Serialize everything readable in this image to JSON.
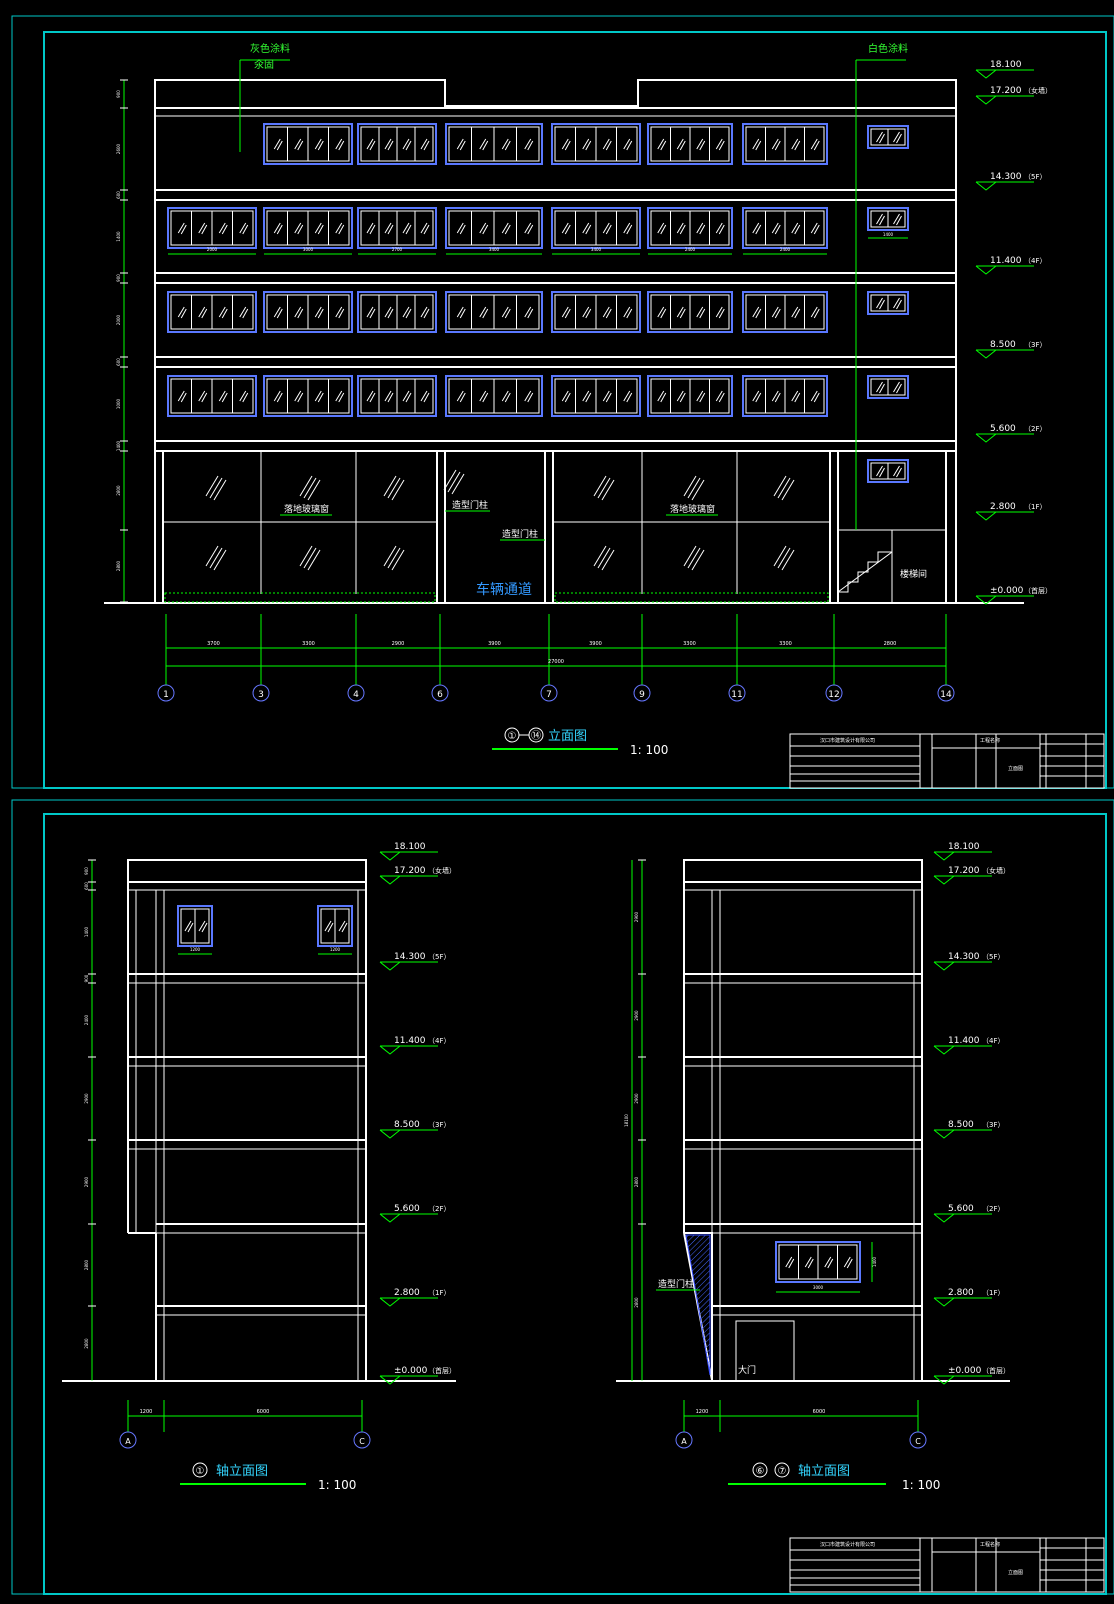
{
  "colors": {
    "background": "#000000",
    "frame": "#00c8c8",
    "line": "#ffffff",
    "dim": "#00ff00",
    "window": "#5a78ff",
    "text_green": "#33ff33",
    "text_cyan": "#33d6ff",
    "text_white": "#ffffff"
  },
  "elevation_labels": [
    {
      "value": "18.100",
      "note": ""
    },
    {
      "value": "17.200",
      "note": "（女墙）"
    },
    {
      "value": "14.300",
      "note": "（5F）"
    },
    {
      "value": "11.400",
      "note": "（4F）"
    },
    {
      "value": "8.500",
      "note": "（3F）"
    },
    {
      "value": "5.600",
      "note": "（2F）"
    },
    {
      "value": "2.800",
      "note": "（1F）"
    },
    {
      "value": "±0.000",
      "note": "（首层）"
    }
  ],
  "top": {
    "title_left": "①",
    "title_right": "⑭",
    "title_text": "立面图",
    "scale": "1: 100",
    "callout_left_1": "灰色涂料",
    "callout_left_2": "氽固",
    "callout_right": "白色涂料",
    "callout_glass_left": "落地玻璃窗",
    "callout_glass_right": "落地玻璃窗",
    "callout_column_1": "造型门柱",
    "callout_column_2": "造型门柱",
    "passage_label": "车辆通道",
    "stair_label": "楼梯间",
    "axes": [
      "1",
      "3",
      "4",
      "6",
      "7",
      "9",
      "11",
      "12",
      "14"
    ],
    "axis_dims": [
      "3700",
      "3300",
      "2900",
      "3900",
      "3900",
      "3300",
      "3300",
      "2800"
    ],
    "total_dim": "27000",
    "window_dims": [
      "2000",
      "3000",
      "2700",
      "3400",
      "3400",
      "2400",
      "2400"
    ],
    "small_window_dim": "1400",
    "vertical_dims": [
      "900",
      "2600",
      "600",
      "1400",
      "900",
      "2000",
      "600",
      "1000",
      "1400",
      "2800",
      "2800"
    ]
  },
  "left_view": {
    "title_axis": "①",
    "title_text": "轴立面图",
    "scale": "1: 100",
    "axes": [
      "A",
      "C"
    ],
    "dims": [
      "1200",
      "6000"
    ],
    "window_dims": [
      "1200",
      "1200"
    ],
    "vertical_dims": [
      "900",
      "600",
      "1400",
      "900",
      "2400",
      "2900",
      "2900",
      "2800",
      "2800"
    ]
  },
  "right_view": {
    "title_axes": [
      "⑥",
      "⑦"
    ],
    "title_text": "轴立面图",
    "scale": "1: 100",
    "axes": [
      "A",
      "C"
    ],
    "dims": [
      "1200",
      "6000"
    ],
    "window_dim": "3000",
    "window_height": "1400",
    "column_label": "造型门柱",
    "door_label": "大门",
    "total_height": "18100",
    "vertical_dims": [
      "2900",
      "2900",
      "2900",
      "2800",
      "2800"
    ]
  },
  "title_block": {
    "company": "汉口市建筑设计有限公司",
    "project": "工程名称",
    "drawing": "立面图"
  }
}
